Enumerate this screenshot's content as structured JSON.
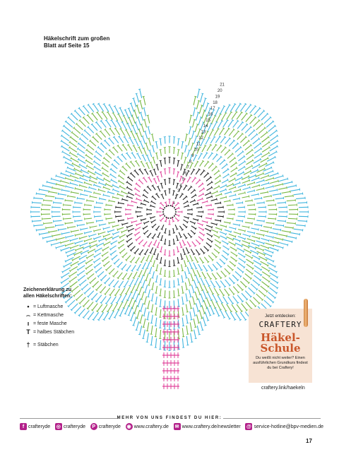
{
  "heading": {
    "line1": "Häkelschrift zum großen",
    "line2": "Blatt auf Seite 15"
  },
  "chart": {
    "round_labels": [
      "1",
      "2",
      "3",
      "4",
      "5",
      "6",
      "7",
      "8",
      "9",
      "10",
      "11",
      "12",
      "13",
      "14",
      "15",
      "16",
      "17",
      "18",
      "19",
      "20",
      "21"
    ],
    "colors": {
      "pink": "#e0439b",
      "green": "#77b843",
      "blue": "#3fb5de",
      "black": "#222222"
    }
  },
  "legend": {
    "heading_line1": "Zeichenerklärung zu",
    "heading_line2": "allen Häkelschriften:",
    "items": [
      {
        "icon": "chain-dot-icon",
        "symbol": "•",
        "label": "= Luftmasche"
      },
      {
        "icon": "slip-stitch-icon",
        "symbol": "⌢",
        "label": "= Kettmasche"
      },
      {
        "icon": "single-crochet-icon",
        "symbol": "ı",
        "label": "= feste Masche"
      },
      {
        "icon": "half-double-icon",
        "symbol": "T",
        "label": "= halbes Stäbchen"
      },
      {
        "icon": "double-crochet-icon",
        "symbol": "†",
        "label": "= Stäbchen"
      }
    ]
  },
  "promo": {
    "intro": "Jetzt entdecken:",
    "brand": "CRAFTERY",
    "title_line1": "Häkel-",
    "title_line2": "Schule",
    "body": "Du weißt nicht weiter? Einen ausführlichen Grundkurs findest du bei Craftery!",
    "link": "craftery.link/haekeln",
    "accent": "#c9562a"
  },
  "footer": {
    "title": "MEHR VON UNS FINDEST DU HIER:",
    "links": [
      {
        "icon": "facebook-icon",
        "glyph": "f",
        "label": "crafteryde"
      },
      {
        "icon": "instagram-icon",
        "glyph": "◎",
        "label": "crafteryde"
      },
      {
        "icon": "pinterest-icon",
        "glyph": "P",
        "label": "crafteryde"
      },
      {
        "icon": "globe-icon",
        "glyph": "◉",
        "label": "www.craftery.de"
      },
      {
        "icon": "newsletter-icon",
        "glyph": "✉",
        "label": "www.craftery.de/newsletter"
      },
      {
        "icon": "at-icon",
        "glyph": "@",
        "label": "service-hotline@bpv-medien.de"
      }
    ],
    "accent": "#b3208a"
  },
  "page_number": "17"
}
